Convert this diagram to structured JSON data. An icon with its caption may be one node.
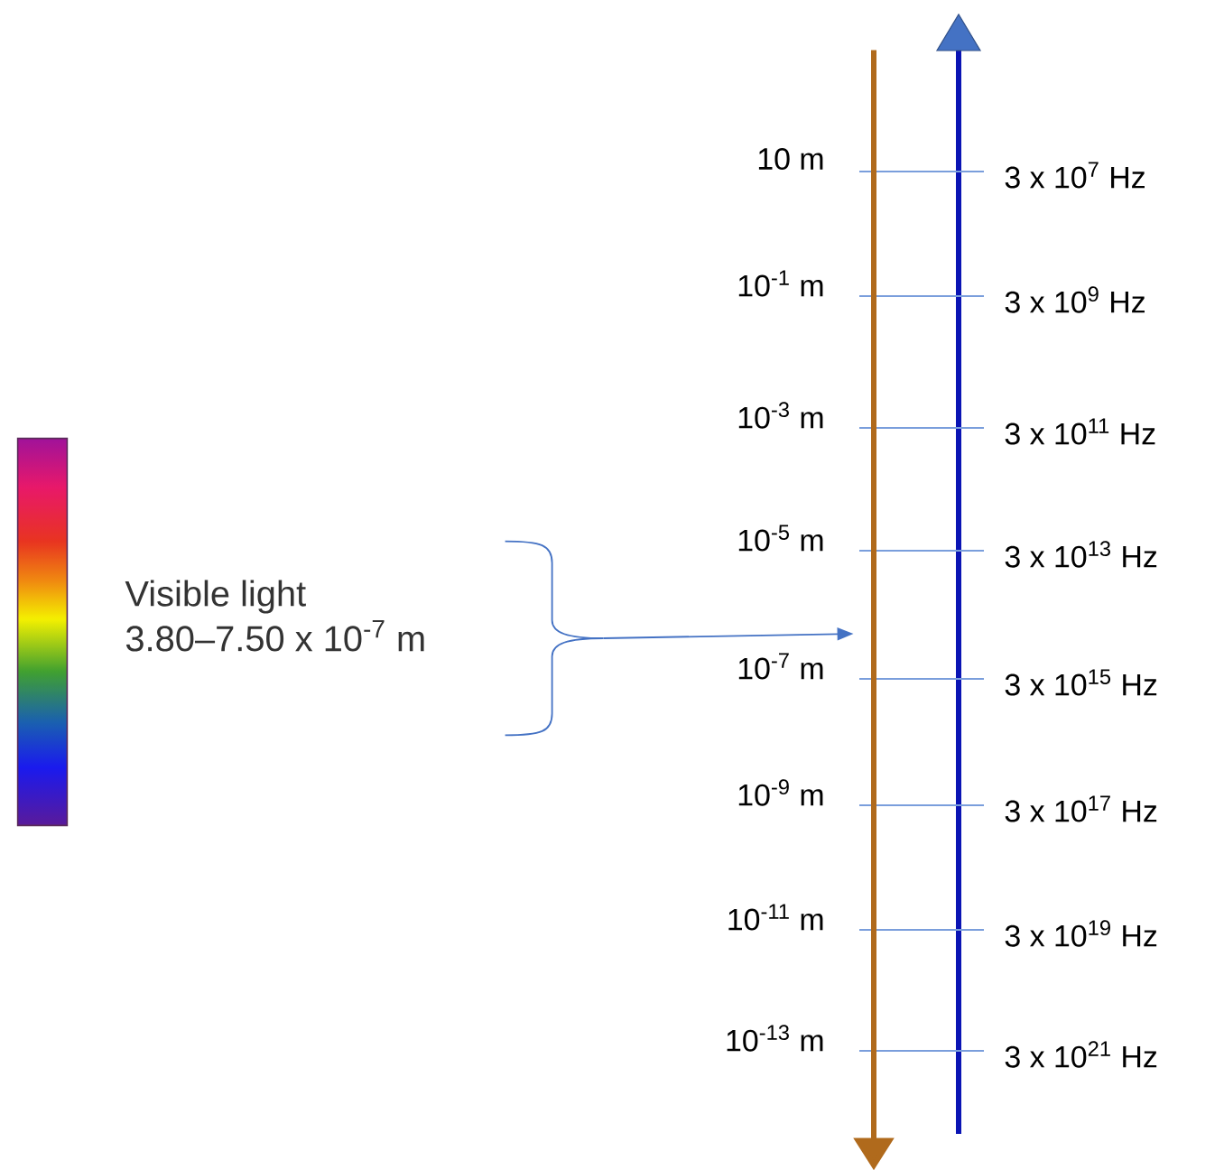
{
  "diagram": {
    "nodes": [
      {
        "text": [],
        "shape": "bar"
      },
      {
        "text": [],
        "shape": "brace"
      },
      {
        "text": [],
        "shape": "arrow"
      }
    ],
    "edges": [
      {
        "from": 1,
        "to": 2,
        "arrow": "to"
      }
    ],
    "labels": [
      "Visible light",
      "3.80–7.50 x 10$^{-7}$ m",
      "10 m",
      "3 x 10$^{7}$ Hz",
      "10$^{-1}$ m",
      "3 x 10$^{9}$ Hz",
      "10$^{-3}$ m",
      "3 x 10$^{11}$ Hz",
      "10$^{-5}$ m",
      "3 x 10$^{13}$ Hz",
      "10$^{-7}$ m",
      "3 x 10$^{15}$ Hz",
      "10$^{-9}$ m",
      "3 x 10$^{17}$ Hz",
      "10$^{-11}$ m",
      "3 x 10$^{19}$ Hz",
      "10$^{-13}$ m",
      "3 x 10$^{21}$ Hz"
    ]
  }
}
